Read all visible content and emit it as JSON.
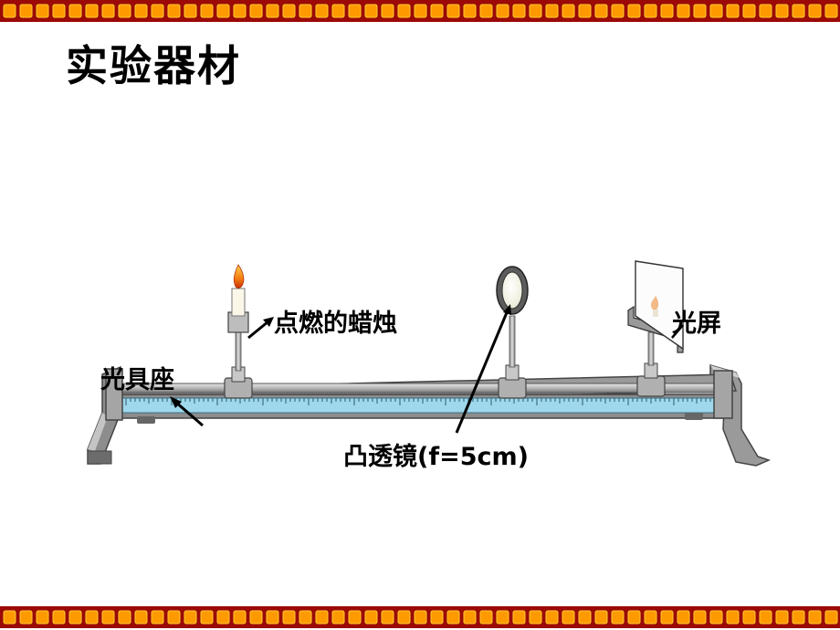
{
  "slide": {
    "title": "实验器材",
    "labels": {
      "candle": "点燃的蜡烛",
      "optical_bench": "光具座",
      "lens": "凸透镜(f=5cm)",
      "screen": "光屏"
    }
  },
  "colors": {
    "film_dark": "#9b0a06",
    "film_frame": "#ff9900",
    "film_frame_light": "#ffcc33",
    "rail_blue": "#9fd8ec",
    "metal_gray": "#a9a9a9",
    "flame": "#e85a0c"
  }
}
